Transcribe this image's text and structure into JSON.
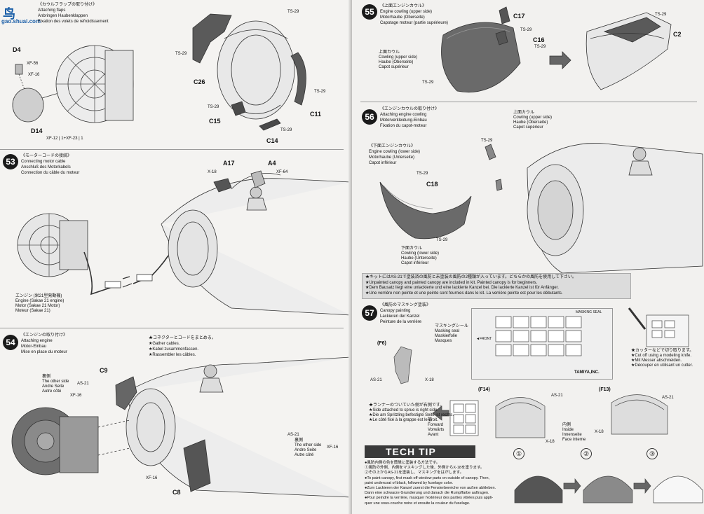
{
  "watermark": {
    "logo_text": "鸟",
    "url": "gao.shuai.com"
  },
  "left_page": {
    "top_step": {
      "titles": [
        "《カウルフラップの取り付け》",
        "Attaching flaps",
        "Anbringen Haubenklappen",
        "Fixation des volets de refroidissement"
      ],
      "parts": {
        "d4": "D4",
        "d14": "D14",
        "c26": "C26",
        "c15": "C15",
        "c14": "C14",
        "c11": "C11"
      },
      "labels": {
        "xf56": "XF-56",
        "xf16": "XF-16",
        "d14_paint": "XF-12 | 1+XF-23 | 1",
        "ts29_a": "TS-29",
        "ts29_b": "TS-29",
        "ts29_c": "TS-29",
        "ts29_d": "TS-29",
        "ts29_e": "TS-29"
      }
    },
    "step53": {
      "number": "53",
      "titles": [
        "《モーターコードの接続》",
        "Connecting motor cable",
        "Anschluß des Motorkabels",
        "Connection du câble du moteur"
      ],
      "parts": {
        "a17": "A17",
        "a4": "A4"
      },
      "labels": {
        "x18": "X-18",
        "xf64": "XF-64"
      },
      "engine_label": [
        "エンジン (栄21型発動機)",
        "Engine (Sakae 21 engine)",
        "Motor (Sakae 21 Motor)",
        "Moteur (Sakae 21)"
      ]
    },
    "step54": {
      "number": "54",
      "titles": [
        "《エンジンの取り付け》",
        "Attaching engine",
        "Motor-Einbau",
        "Mise en place du moteur"
      ],
      "gather": [
        "★コネクターとコードをまとめる。",
        "★Gather cables.",
        "★Kabel zusammenfassen.",
        "★Rassembler les câbles."
      ],
      "other_side_a": [
        "裏側",
        "The other side",
        "Andre Seite",
        "Autre côté"
      ],
      "other_side_b": [
        "裏側",
        "The other side",
        "Andre Seite",
        "Autre côté"
      ],
      "parts": {
        "c9": "C9",
        "c8": "C8"
      },
      "labels": {
        "as21_a": "AS-21",
        "xf16_a": "XF-16",
        "as21_b": "AS-21",
        "xf16_b": "XF-16",
        "xf16_c": "XF-16"
      }
    }
  },
  "right_page": {
    "step55": {
      "number": "55",
      "titles": [
        "《上面エンジンカウル》",
        "Engine cowling (upper side)",
        "Motorhaube (Oberseite)",
        "Capotage moteur (partie supérieure)"
      ],
      "cowl_label": [
        "上面カウル",
        "Cowling (upper side)",
        "Haube (Oberseite)",
        "Capot supérieur"
      ],
      "parts": {
        "c17": "C17",
        "c16": "C16",
        "c2": "C2"
      },
      "labels": {
        "ts29_a": "TS-29",
        "ts29_b": "TS-29",
        "ts29_c": "TS-29",
        "ts29_d": "TS-29"
      }
    },
    "step56": {
      "number": "56",
      "titles": [
        "《エンジンカウルの取り付け》",
        "Attaching engine cowling",
        "Motorverkleidung-Einbau",
        "Fixation du capot-moteur"
      ],
      "lower_title": [
        "《下面エンジンカウル》",
        "Engine cowling (lower side)",
        "Motorhaube (Unterseite)",
        "Capot inférieur"
      ],
      "upper_label": [
        "上面カウル",
        "Cowling (upper side)",
        "Haube (Oberseite)",
        "Capot supérieur"
      ],
      "lower_label": [
        "下面カウル",
        "Cowling (lower side)",
        "Haube (Unterseite)",
        "Capot inférieur"
      ],
      "parts": {
        "c18": "C18"
      },
      "labels": {
        "ts29_a": "TS-29",
        "ts29_b": "TS-29",
        "ts29_c": "TS-29"
      }
    },
    "note": [
      "★キットにはAS-21で塗装済の風防と未塗装の風防の2種類が入っています。どちらかの風防を使用して下さい。",
      "★Unpainted canopy and painted canopy are included in kit. Painted canopy is for beginners.",
      "★Dem Bausatz liegt eine unlackierte und eine lackierte Kanzel bei. Die lackierte Kanzel ist für Anfänger.",
      "★Une verrière non peinte et une peinte sont fournies dans le kit. La verrière peinte est pour les débutants."
    ],
    "step57": {
      "number": "57",
      "titles": [
        "《風防のマスキング塗装》",
        "Canopy painting",
        "Lackieren der Kanzel",
        "Peinture de la verrière"
      ],
      "masking_seal": [
        "マスキングシール",
        "Masking seal",
        "Maskierfolie",
        "Masques"
      ],
      "masking_seal_header": "MASKING SEAL",
      "cut_note": [
        "★カッターなどで切り取ります。",
        "★Cut off using a modeling knife.",
        "★Mit Messer abschneiden.",
        "★Découper en utilisant un cutter."
      ],
      "sprue_note": [
        "★ランナーのついていた側が右側です。",
        "★Side attached to sprue is right side.",
        "★Die am Spritzling befestigte Seite ist rechts.",
        "★Le côté fixé à la grappe est le droit."
      ],
      "forward": [
        "前",
        "Forward",
        "Vorwärts",
        "Avant"
      ],
      "inside": [
        "内側",
        "Inside",
        "Innenseite",
        "Face interne"
      ],
      "front_mark": "◄FRONT",
      "brand": "TAMIYA,INC.",
      "parts": {
        "f6": "(F6)",
        "f14": "(F14)",
        "f13": "(F13)"
      },
      "labels": {
        "as21_a": "AS-21",
        "x18_a": "X-18",
        "as21_b": "AS-21",
        "x18_b": "X-18",
        "as21_c": "AS-21",
        "x18_c": "X-18"
      }
    },
    "tech_tip": {
      "title": "TECH TIP",
      "steps": [
        "①",
        "②",
        "③"
      ],
      "lines": [
        "●風防内側の色を簡単に塗装する方法です。",
        "①風防の外側、内側をマスキングした後、外側からX-18を塗ります。",
        "②その上からAS-21を塗装し、マスキングをはがします。",
        "●To paint canopy, first mask off window parts on outside of canopy. Then,",
        "paint undercoat of black, followed by fuselage color.",
        "●Zum Lackieren der Kanzel zuerst die Fensterbereiche von außen abkleben.",
        "Dann eine schwarze Grundierung und danach die Rumpffarbe auftragen.",
        "●Pour peindre la verrière, masquer l'extérieur des parties vitrées puis appli-",
        "quer une sous-couche noire et ensuite la couleur du fuselage."
      ]
    }
  }
}
